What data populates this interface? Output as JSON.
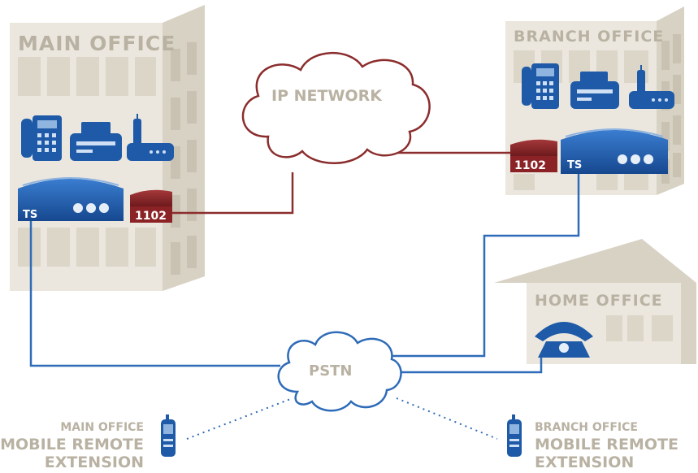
{
  "buildings": {
    "main": {
      "label": "MAIN OFFICE",
      "ts_label": "TS",
      "gateway_label": "1102"
    },
    "branch": {
      "label": "BRANCH OFFICE",
      "ts_label": "TS",
      "gateway_label": "1102"
    },
    "home": {
      "label": "HOME OFFICE"
    }
  },
  "clouds": {
    "ip": "IP NETWORK",
    "pstn": "PSTN"
  },
  "mobile": {
    "left": {
      "line1": "MAIN OFFICE",
      "line2": "MOBILE REMOTE",
      "line3": "EXTENSION"
    },
    "right": {
      "line1": "BRANCH OFFICE",
      "line2": "MOBILE REMOTE",
      "line3": "EXTENSION"
    }
  },
  "colors": {
    "building_face": "#e8e4da",
    "building_side": "#d6d0c2",
    "window": "#d9d3c6",
    "label": "#b9b2a3",
    "ip_link": "#8b2d2d",
    "pstn_link": "#2e6bb8",
    "device_blue": "#1e5aa8",
    "gateway_red": "#8b2326"
  },
  "icons": [
    "desk-phone-icon",
    "fax-icon",
    "cordless-phone-icon",
    "server-icon",
    "gateway-icon",
    "home-phone-icon",
    "mobile-phone-icon"
  ]
}
